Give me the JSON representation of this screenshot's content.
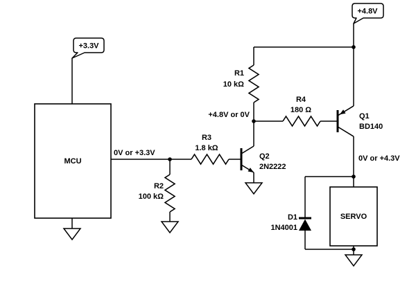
{
  "power": {
    "vcc_mcu": "+3.3V",
    "vcc_servo": "+4.8V"
  },
  "blocks": {
    "mcu": "MCU",
    "servo": "SERVO"
  },
  "nets": {
    "mcu_output": "0V or +3.3V",
    "level_shift": "+4.8V or 0V",
    "servo_drive": "0V or +4.3V"
  },
  "components": {
    "r1": {
      "ref": "R1",
      "value": "10 kΩ"
    },
    "r2": {
      "ref": "R2",
      "value": "100 kΩ"
    },
    "r3": {
      "ref": "R3",
      "value": "1.8 kΩ"
    },
    "r4": {
      "ref": "R4",
      "value": "180 Ω"
    },
    "q1": {
      "ref": "Q1",
      "value": "BD140"
    },
    "q2": {
      "ref": "Q2",
      "value": "2N2222"
    },
    "d1": {
      "ref": "D1",
      "value": "1N4001"
    }
  }
}
